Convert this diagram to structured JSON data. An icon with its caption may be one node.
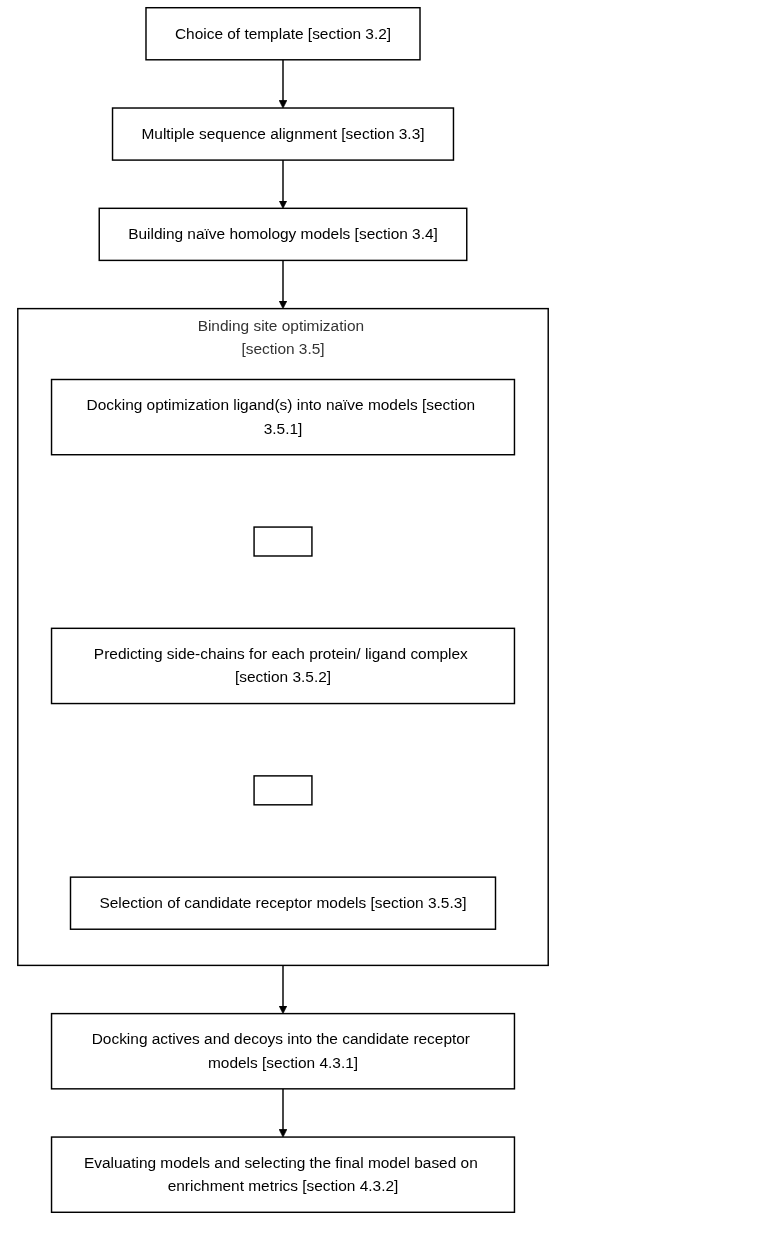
{
  "diagram": {
    "nodes": [
      {
        "text": [
          "Choice of template [section 3.2]"
        ]
      },
      {
        "text": [
          "Multiple sequence alignment [section 3.3]"
        ]
      },
      {
        "text": [
          "Building naïve homology models [section 3.4]"
        ]
      },
      {
        "text": [
          "Binding site optimization [section 3.5]"
        ]
      },
      {
        "text": [
          "Docking optimization ligand(s) into naïve models [section 3.5.1]"
        ],
        "in": 3
      },
      {
        "text": [],
        "shape": "box",
        "in": 3
      },
      {
        "text": [
          "Predicting side-chains for each protein/ ligand complex [section 3.5.2]"
        ],
        "in": 3
      },
      {
        "text": [],
        "shape": "box",
        "in": 3
      },
      {
        "text": [
          "Selection of candidate receptor models [section 3.5.3]"
        ],
        "in": 3
      },
      {
        "text": [
          "Docking actives and decoys into the candidate receptor models [section 4.3.1]"
        ]
      },
      {
        "text": [
          "Evaluating models and selecting the final model based on enrichment metrics [section 4.3.2]"
        ]
      }
    ],
    "edges": [
      {
        "from": 0,
        "to": 1,
        "arrow": "to"
      },
      {
        "from": 1,
        "to": 2,
        "arrow": "to"
      },
      {
        "from": 2,
        "to": 3,
        "arrow": "to"
      },
      {
        "from": 3,
        "to": 9,
        "arrow": "to"
      },
      {
        "from": 9,
        "to": 10,
        "arrow": "to"
      }
    ]
  }
}
